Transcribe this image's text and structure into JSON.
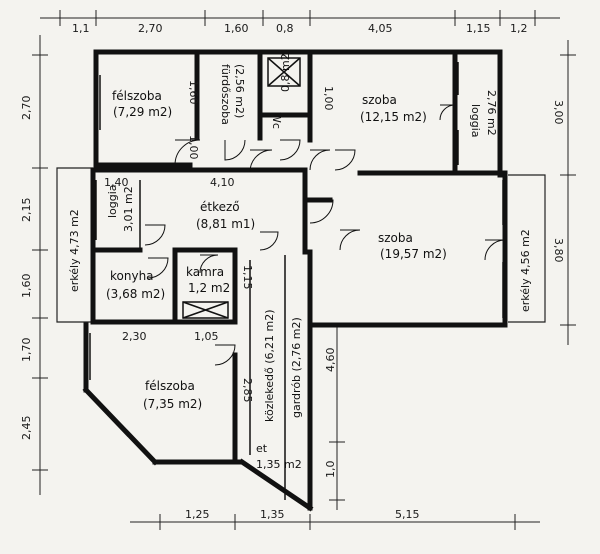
{
  "dimensions": {
    "top": [
      "1,1",
      "2,70",
      "1,60",
      "0,8",
      "4,05",
      "1,15",
      "1,2"
    ],
    "bottom": [
      "1,25",
      "1,35",
      "5,15"
    ],
    "left": [
      "2,70",
      "2,15",
      "1,60",
      "1,70",
      "2,45"
    ],
    "right": [
      "3,00",
      "3,80"
    ],
    "inner": {
      "d_1_60": "1,60",
      "d_1_00a": "1,00",
      "d_1_00b": "1,00",
      "d_1_40": "1,40",
      "d_4_10": "4,10",
      "d_1_15": "1,15",
      "d_2_30": "2,30",
      "d_1_05": "1,05",
      "d_2_85": "2,85",
      "d_4_60": "4,60",
      "d_1_0": "1,0"
    }
  },
  "rooms": {
    "felszoba_top": {
      "name": "félszoba",
      "area": "(7,29 m2)"
    },
    "furdoszoba": {
      "name": "fürdőszoba",
      "area": "(2,56 m2)"
    },
    "wc": {
      "name": "Wc",
      "area": "0,8 m2"
    },
    "szoba_top": {
      "name": "szoba",
      "area": "(12,15 m2)"
    },
    "loggia_right": {
      "name": "loggia",
      "area": "2,76 m2"
    },
    "etkezo": {
      "name": "étkező",
      "area": "(8,81 m1)"
    },
    "loggia_left": {
      "name": "loggia",
      "area": "3,01 m2"
    },
    "erkely_left": {
      "name": "erkély 4,73 m2"
    },
    "szoba_big": {
      "name": "szoba",
      "area": "(19,57 m2)"
    },
    "erkely_right": {
      "name": "erkély 4,56 m2"
    },
    "konyha": {
      "name": "konyha",
      "area": "(3,68 m2)"
    },
    "kamra": {
      "name": "kamra",
      "area": "1,2 m2"
    },
    "felszoba_bottom": {
      "name": "félszoba",
      "area": "(7,35 m2)"
    },
    "kozlekedo": {
      "name": "közlekedő (6,21 m2)"
    },
    "gardrob": {
      "name": "gardrób (2,76 m2)"
    },
    "et": {
      "name": "et",
      "area": "1,35 m2"
    }
  }
}
